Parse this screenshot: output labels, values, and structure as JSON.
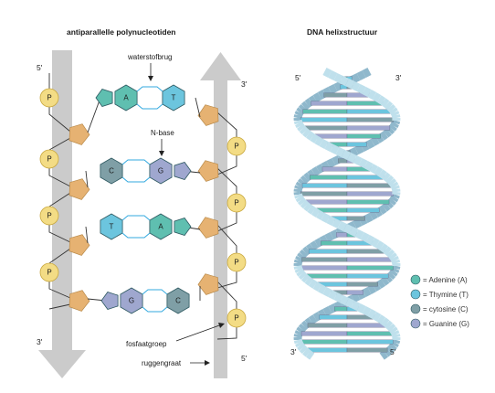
{
  "left_title": "antiparallelle polynucleotiden",
  "right_title": "DNA helixstructuur",
  "labels": {
    "hbond": "waterstofbrug",
    "nbase": "N-base",
    "phosphate": "fosfaatgroep",
    "backbone": "ruggengraat",
    "phosphate_symbol": "P"
  },
  "ends": {
    "left_top": "5'",
    "left_bottom": "3'",
    "right_top": "3'",
    "right_bottom": "5'",
    "helix_top_left": "5'",
    "helix_top_right": "3'",
    "helix_bottom_left": "3'",
    "helix_bottom_right": "5'"
  },
  "pairs": [
    {
      "left": "A",
      "right": "T"
    },
    {
      "left": "C",
      "right": "G"
    },
    {
      "left": "T",
      "right": "A"
    },
    {
      "left": "G",
      "right": "C"
    }
  ],
  "bases": {
    "A": {
      "color": "#5fbfb0"
    },
    "T": {
      "color": "#6cc5de"
    },
    "C": {
      "color": "#7f9fa6"
    },
    "G": {
      "color": "#9fa7cf"
    }
  },
  "legend": [
    {
      "base": "A",
      "label": "= Adenine (A)"
    },
    {
      "base": "T",
      "label": "= Thymine (T)"
    },
    {
      "base": "C",
      "label": "= cytosine (C)"
    },
    {
      "base": "G",
      "label": "= Guanine (G)"
    }
  ],
  "colors": {
    "arrow": "#cbcbcb",
    "phosphate": "#f3dc85",
    "sugar": "#e6b272",
    "hbond": "#33a9df",
    "strand_light": "#bfe0ec",
    "strand_dark": "#8fb8cc"
  }
}
